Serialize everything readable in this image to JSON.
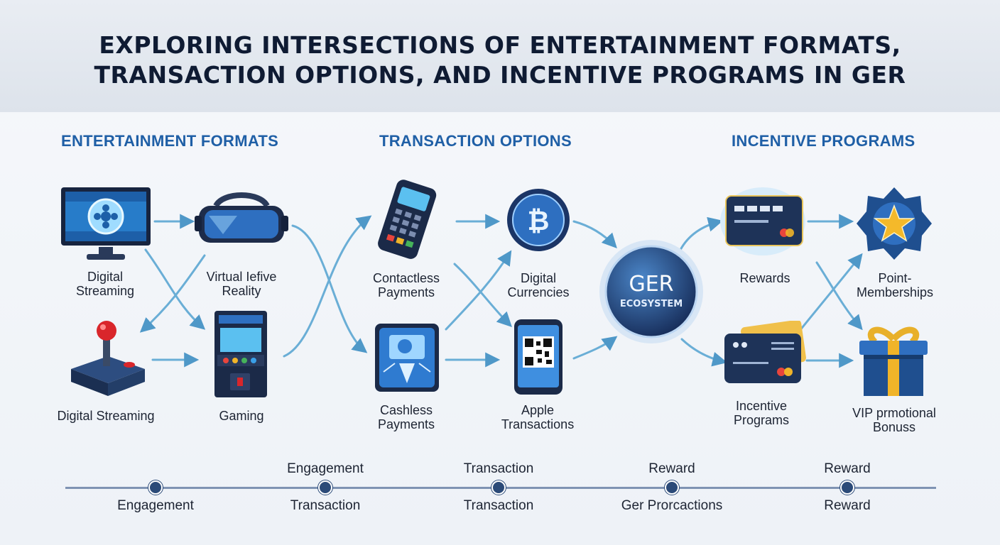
{
  "title": {
    "line1": "EXPLORING INTERSECTIONS OF ENTERTAINMENT FORMATS,",
    "line2": "TRANSACTION OPTIONS, AND INCENTIVE PROGRAMS IN GER"
  },
  "sections": {
    "entertainment": "ENTERTAINMENT FORMATS",
    "transaction": "TRANSACTION OPTIONS",
    "incentive": "INCENTIVE PROGRAMS"
  },
  "nodes": {
    "digital_streaming_top": [
      "Digital",
      "Streaming"
    ],
    "virtual_reality": [
      "Virtual Iefive",
      "Reality"
    ],
    "digital_streaming_bottom": [
      "Digital Streaming"
    ],
    "gaming": [
      "Gaming"
    ],
    "contactless": [
      "Contactless",
      "Payments"
    ],
    "digital_currencies": [
      "Digital",
      "Currencies"
    ],
    "cashless": [
      "Cashless",
      "Payments"
    ],
    "apple": [
      "Apple",
      "Transactions"
    ],
    "rewards": [
      "Rewards"
    ],
    "point_memberships": [
      "Point-",
      "Memberships"
    ],
    "incentive_programs": [
      "Incentive",
      "Programs"
    ],
    "vip_bonus": [
      "VIP prmotional",
      "Bonuss"
    ]
  },
  "center": {
    "line1": "GER",
    "line2": "ECOSYSTEM"
  },
  "timeline": {
    "top": [
      "Engagement",
      "Transaction",
      "Reward",
      "Reward"
    ],
    "bottom": [
      "Engagement",
      "Transaction",
      "Transaction",
      "Ger Prorcactions",
      "Reward"
    ]
  },
  "colors": {
    "title": "#0f1b33",
    "section": "#1f5fa6",
    "arrow": "#5aa3cf",
    "timeline": "#2b4a78"
  },
  "icons": [
    "film-reel-monitor-icon",
    "vr-headset-icon",
    "joystick-icon",
    "arcade-cabinet-icon",
    "pos-terminal-icon",
    "bitcoin-coin-icon",
    "cashless-card-reader-icon",
    "qr-phone-icon",
    "reward-card-icon",
    "star-badge-icon",
    "incentive-card-icon",
    "gift-box-icon"
  ]
}
